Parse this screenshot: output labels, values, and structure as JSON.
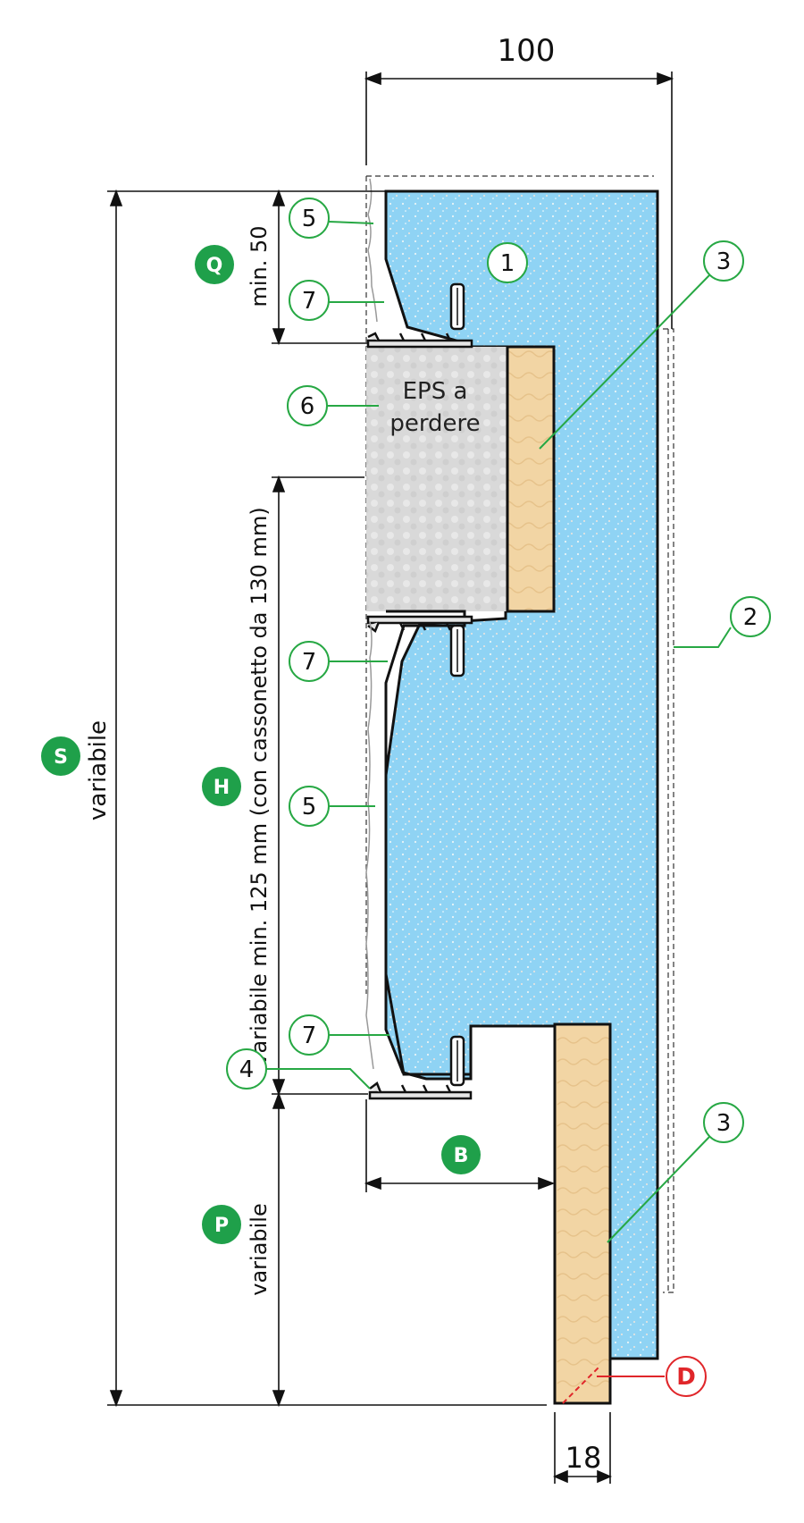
{
  "dimensions": {
    "width": "100",
    "wood": "18",
    "q": "min. 50",
    "s": "variabile",
    "h": "variabile min. 125 mm (con cassonetto da 130 mm)",
    "p": "variabile"
  },
  "badges": {
    "q": "Q",
    "s": "S",
    "h": "H",
    "p": "P",
    "b": "B"
  },
  "callouts": {
    "c1": "1",
    "c2": "2",
    "c3_top": "3",
    "c3_bottom": "3",
    "c4": "4",
    "c5_top": "5",
    "c5_mid": "5",
    "c6": "6",
    "c7_top": "7",
    "c7_mid": "7",
    "c7_bottom": "7",
    "d": "D"
  },
  "eps_label": {
    "line1": "EPS a",
    "line2": "perdere"
  },
  "colors": {
    "foam": "#8fd3f4",
    "wood": "#f2d5a4",
    "eps": "#dcdcdc",
    "badge": "#1fa04a",
    "leader": "#27a844",
    "red": "#e0262a",
    "line": "#111111"
  }
}
